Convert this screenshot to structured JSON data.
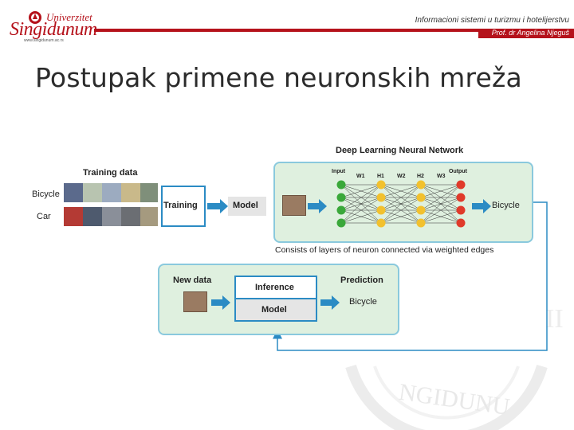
{
  "header": {
    "logo_university": "Univerzitet",
    "logo_name": "Singidunum",
    "logo_url": "www.singidunum.ac.rs",
    "course_title": "Informacioni sistemi u turizmu i hotelijerstvu",
    "author": "Prof. dr Angelina Njeguš"
  },
  "slide": {
    "title": "Postupak primene neuronskih mreža"
  },
  "diagram": {
    "network_title": "Deep Learning Neural Network",
    "training_data_label": "Training data",
    "bicycle_label": "Bicycle",
    "car_label": "Car",
    "training_label": "Training",
    "model_label": "Model",
    "layers": [
      "Input",
      "W1",
      "H1",
      "W2",
      "H2",
      "W3",
      "Output"
    ],
    "output_label": "Bicycle",
    "caption": "Consists of layers of neuron connected via weighted edges",
    "new_data_label": "New data",
    "inference_label": "Inference",
    "inference_model_label": "Model",
    "prediction_label": "Prediction",
    "prediction_value": "Bicycle"
  },
  "colors": {
    "brand": "#b5121b",
    "panel_fill": "#dff0df",
    "panel_border": "#8ac9dd",
    "arrow": "#2b8bc4",
    "neuron_input": "#3aa83a",
    "neuron_hidden": "#f2c12e",
    "neuron_output": "#e03a2a"
  }
}
